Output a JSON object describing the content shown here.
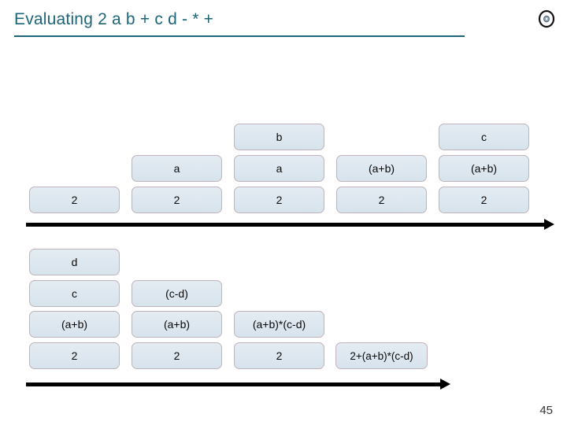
{
  "slide": {
    "title": "Evaluating 2 a b + c d - * +",
    "page_number": "45",
    "accent_color": "#1d6579",
    "box_fill_color": "#dde7ef",
    "box_border_color": "#bfb3bd",
    "arrow_color": "#000000"
  },
  "header": {
    "icon": "disc-icon"
  },
  "upper_stack": {
    "rows": [
      {
        "row_id": "row-a",
        "cells": [
          {
            "column": 1,
            "label": ""
          },
          {
            "column": 2,
            "label": ""
          },
          {
            "column": 3,
            "label": "b"
          },
          {
            "column": 4,
            "label": ""
          },
          {
            "column": 5,
            "label": "c"
          }
        ]
      },
      {
        "row_id": "row-b",
        "cells": [
          {
            "column": 1,
            "label": ""
          },
          {
            "column": 2,
            "label": "a"
          },
          {
            "column": 3,
            "label": "a"
          },
          {
            "column": 4,
            "label": "(a+b)"
          },
          {
            "column": 5,
            "label": "(a+b)"
          }
        ]
      },
      {
        "row_id": "row-c",
        "cells": [
          {
            "column": 1,
            "label": "2"
          },
          {
            "column": 2,
            "label": "2"
          },
          {
            "column": 3,
            "label": "2"
          },
          {
            "column": 4,
            "label": "2"
          },
          {
            "column": 5,
            "label": "2"
          }
        ]
      }
    ]
  },
  "lower_stack": {
    "rows": [
      {
        "row_id": "row-d",
        "cells": [
          {
            "column": 1,
            "label": "d"
          }
        ]
      },
      {
        "row_id": "row-e",
        "cells": [
          {
            "column": 1,
            "label": "c"
          },
          {
            "column": 2,
            "label": "(c-d)"
          }
        ]
      },
      {
        "row_id": "row-f",
        "cells": [
          {
            "column": 1,
            "label": "(a+b)"
          },
          {
            "column": 2,
            "label": "(a+b)"
          },
          {
            "column": 3,
            "label": "(a+b)*(c-d)"
          }
        ]
      },
      {
        "row_id": "row-g",
        "cells": [
          {
            "column": 1,
            "label": "2"
          },
          {
            "column": 2,
            "label": "2"
          },
          {
            "column": 3,
            "label": "2"
          },
          {
            "column": "result",
            "label": "2+(a+b)*(c-d)"
          }
        ]
      }
    ]
  },
  "timeline_arrows": [
    {
      "name": "upper-time-arrow"
    },
    {
      "name": "lower-time-arrow"
    }
  ]
}
